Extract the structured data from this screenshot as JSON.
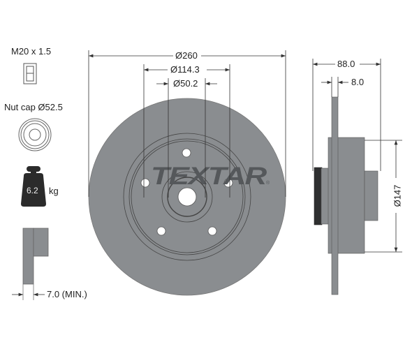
{
  "specs": {
    "thread": "M20 x 1.5",
    "nut_cap": "Nut cap Ø52.5",
    "weight_value": "6.2",
    "weight_unit": "kg",
    "min_thickness": "7.0 (MIN.)"
  },
  "dimensions": {
    "outer_diameter": "Ø260",
    "pcd": "Ø114.3",
    "center_bore": "Ø50.2",
    "overall_height": "88.0",
    "disc_thickness": "8.0",
    "hub_diameter": "Ø147"
  },
  "brand": {
    "logo_text": "TEXTAR",
    "registered": "®"
  },
  "colors": {
    "disc_fill": "#8a8d90",
    "line": "#333333",
    "logo": "#55585b",
    "seal": "#2e2f30"
  }
}
